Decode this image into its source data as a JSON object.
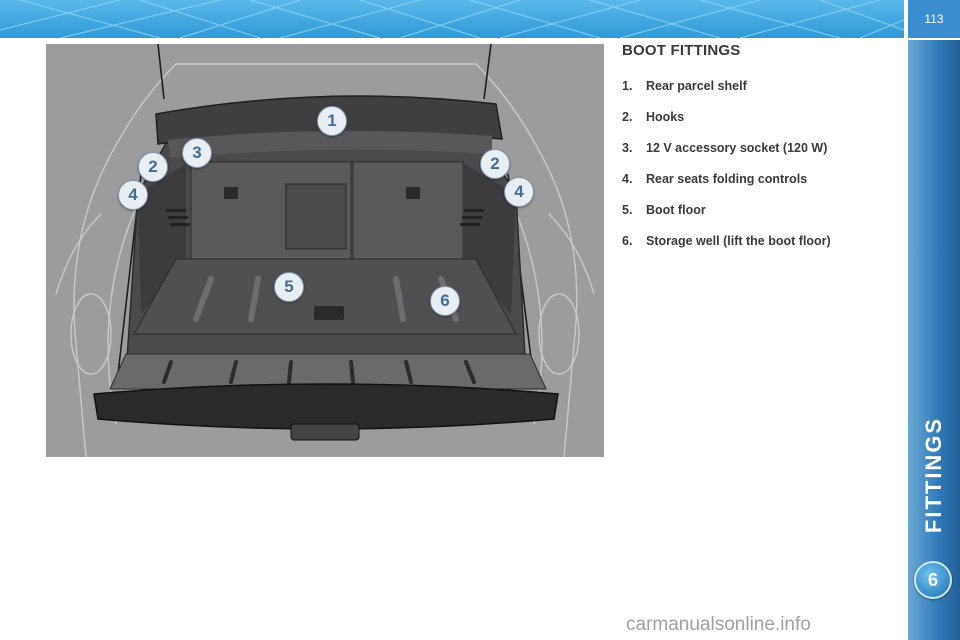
{
  "header": {
    "page_number": "113"
  },
  "side_tab": {
    "title": "FITTINGS",
    "chapter_number": "6"
  },
  "figure": {
    "callouts": [
      "1",
      "2",
      "3",
      "4",
      "5",
      "6",
      "2",
      "4"
    ]
  },
  "section": {
    "title": "BOOT FITTINGS",
    "items": [
      {
        "num": "1.",
        "label": "Rear parcel shelf"
      },
      {
        "num": "2.",
        "label": "Hooks"
      },
      {
        "num": "3.",
        "label": "12 V accessory socket (120 W)"
      },
      {
        "num": "4.",
        "label": "Rear seats folding controls"
      },
      {
        "num": "5.",
        "label": "Boot floor"
      },
      {
        "num": "6.",
        "label": "Storage well (lift the boot floor)"
      }
    ]
  },
  "footer": {
    "watermark": "carmanualsonline.info"
  }
}
